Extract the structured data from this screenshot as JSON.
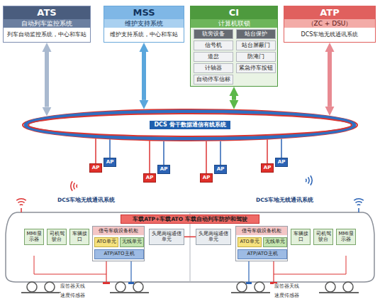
{
  "diagram": {
    "nodes": [
      {
        "text": [
          "ATS",
          "自动列车监控系统",
          "列车自动监控系统，中心和车站"
        ]
      },
      {
        "text": [
          "MSS",
          "维护支持系统",
          "维护支持系统，中心和车站"
        ]
      },
      {
        "text": [
          "CI",
          "计算机联锁"
        ]
      },
      {
        "text": [
          "轨旁设备"
        ],
        "in": 2
      },
      {
        "text": [
          "站台保护"
        ],
        "in": 2
      },
      {
        "text": [
          "信号机"
        ],
        "in": 2
      },
      {
        "text": [
          "站台屏蔽门"
        ],
        "in": 2
      },
      {
        "text": [
          "道岔"
        ],
        "in": 2
      },
      {
        "text": [
          "防淹门"
        ],
        "in": 2
      },
      {
        "text": [
          "计轴器"
        ],
        "in": 2
      },
      {
        "text": [
          "紧急停车按钮"
        ],
        "in": 2
      },
      {
        "text": [
          "自动停车信标"
        ],
        "in": 2
      },
      {
        "text": [
          "ATP",
          "（ZC + DSU）",
          "DCS车地无线通讯系统"
        ]
      },
      {
        "text": [
          "DCS 骨干数据通信有线系统"
        ]
      },
      {
        "text": [
          "AP"
        ]
      },
      {
        "text": [
          "AP"
        ]
      },
      {
        "text": [
          "AP"
        ]
      },
      {
        "text": [
          "AP"
        ]
      },
      {
        "text": [
          "AP"
        ]
      },
      {
        "text": [
          "AP"
        ]
      },
      {
        "text": [
          "AP"
        ]
      },
      {
        "text": [
          "AP"
        ]
      },
      {
        "text": [
          "车载ATP+车载ATO 车载自动列车防护和驾驶"
        ]
      },
      {
        "text": [
          "MMI显示器"
        ]
      },
      {
        "text": [
          "司机驾驶台"
        ]
      },
      {
        "text": [
          "车辆接口"
        ]
      },
      {
        "text": [
          "信号车载设备机柜"
        ]
      },
      {
        "text": [
          "ATO单元"
        ],
        "in": 26
      },
      {
        "text": [
          "无线单元"
        ],
        "in": 26
      },
      {
        "text": [
          "ATP/ATO主机"
        ],
        "in": 26
      },
      {
        "text": [
          "头尾两端通信单元"
        ]
      },
      {
        "text": [
          "头尾两端通信单元"
        ]
      },
      {
        "text": [
          "信号车载设备机柜"
        ]
      },
      {
        "text": [
          "ATO单元"
        ],
        "in": 32
      },
      {
        "text": [
          "无线单元"
        ],
        "in": 32
      },
      {
        "text": [
          "ATP/ATO主机"
        ],
        "in": 32
      },
      {
        "text": [
          "车辆接口"
        ]
      },
      {
        "text": [
          "司机驾驶台"
        ]
      },
      {
        "text": [
          "MMI显示器"
        ]
      }
    ],
    "edges": [
      {
        "from": 0,
        "to": 13,
        "arrow": "both"
      },
      {
        "from": 1,
        "to": 13,
        "arrow": "both"
      },
      {
        "from": 2,
        "to": 13,
        "arrow": "both"
      },
      {
        "from": 12,
        "to": 13,
        "arrow": "both"
      },
      {
        "from": 13,
        "to": 14,
        "arrow": "none"
      },
      {
        "from": 13,
        "to": 15,
        "arrow": "none"
      },
      {
        "from": 13,
        "to": 16,
        "arrow": "none"
      },
      {
        "from": 13,
        "to": 17,
        "arrow": "none"
      },
      {
        "from": 13,
        "to": 18,
        "arrow": "none"
      },
      {
        "from": 13,
        "to": 19,
        "arrow": "none"
      },
      {
        "from": 13,
        "to": 20,
        "arrow": "none"
      },
      {
        "from": 13,
        "to": 21,
        "arrow": "none"
      },
      {
        "from": 30,
        "to": 31,
        "arrow": "none"
      }
    ],
    "labels": [
      "DCS车地无线通讯系统",
      "DCS车地无线通讯系统",
      "应答器天线",
      "速度传感器",
      "应答器天线",
      "速度传感器"
    ]
  }
}
